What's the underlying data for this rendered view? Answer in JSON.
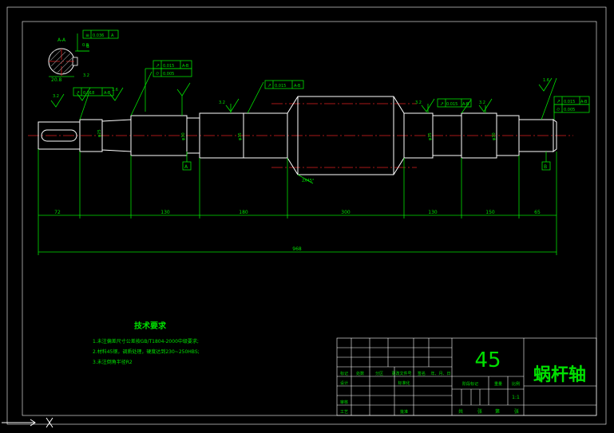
{
  "title_block": {
    "material": "45",
    "part_name": "蜗杆轴",
    "scale_label": "比例",
    "scale_value": "1:1",
    "weight_label": "重量",
    "stage_label": "阶段标记",
    "header_cols": [
      "标记",
      "处数",
      "分区",
      "更改文件号",
      "签名",
      "年、月、日"
    ],
    "row_design": "设计",
    "row_standard": "标准化",
    "row_review": "审核",
    "row_process": "工艺",
    "row_approve": "批准",
    "sheet_bottom": [
      "共",
      "张",
      "第",
      "张"
    ]
  },
  "tech_req": {
    "title": "技术要求",
    "items": [
      "1.未注偏差尺寸公差按GB/T1804-2000中级要求;",
      "2.材料45钢，调质处理，硬度达到230~250HBS;",
      "3.未注倒角半径R2"
    ]
  },
  "dimensions": {
    "seg1": "72",
    "seg2": "130",
    "seg3": "180",
    "seg4": "300",
    "seg5": "130",
    "seg6": "150",
    "seg7": "65",
    "overall": "968",
    "d1": "φ25",
    "d2": "φ30",
    "d3": "φ35",
    "d4": "φ30",
    "chamfer": "2X45°",
    "section_size": "8",
    "section_label": "A-A",
    "section_dim": "20.8"
  },
  "roughness": [
    "0.8",
    "3.2",
    "1.6",
    "3.2",
    "12.5",
    "3.2",
    "3.2",
    "1.6",
    "3.2",
    "1.6"
  ],
  "tolerances": {
    "t_sym": "0.036",
    "t_sym_ref": "A",
    "t_run1": "0.015",
    "t_run1_ref": "A-B",
    "t_cyl1": "0.005",
    "t_run2": "0.015",
    "t_run2_ref": "A-B",
    "t_run3": "0.015",
    "t_run3_ref": "A-B",
    "t_run4": "0.015",
    "t_run4_ref": "A-B",
    "t_cyl2": "0.005",
    "t_run_small": "0.018",
    "t_run_small_ref": "A-B"
  },
  "datums": {
    "a": "A",
    "b": "B"
  }
}
